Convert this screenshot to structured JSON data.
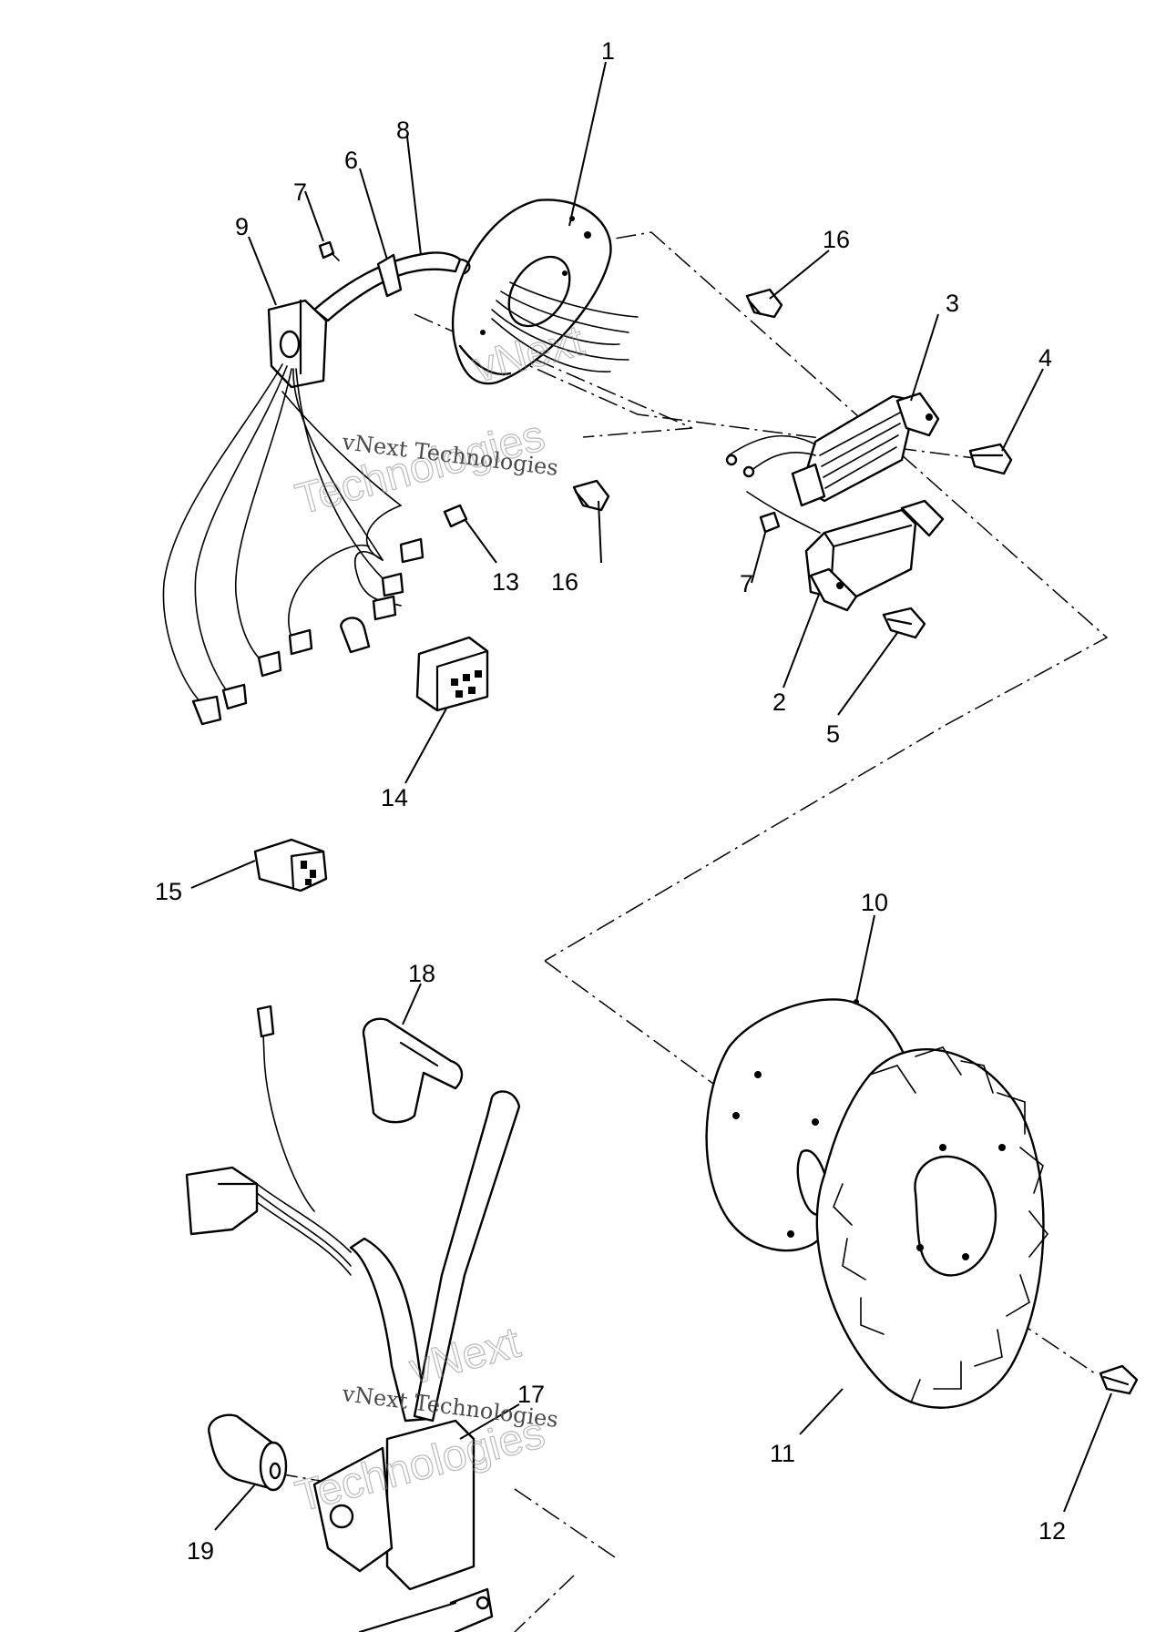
{
  "callouts": [
    "1",
    "2",
    "3",
    "4",
    "5",
    "6",
    "7",
    "7",
    "8",
    "9",
    "10",
    "11",
    "12",
    "13",
    "14",
    "15",
    "16",
    "16",
    "17",
    "18",
    "19"
  ],
  "watermark": {
    "text": "vNext Technologies",
    "word1": "vNext",
    "word2": "Technologies"
  }
}
